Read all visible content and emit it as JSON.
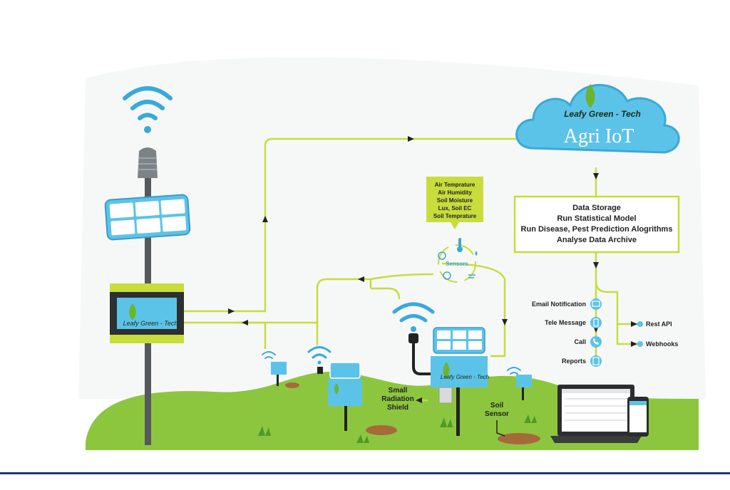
{
  "brand": {
    "logo_text": "Leafy Green - Tech",
    "cloud_title": "Agri IoT"
  },
  "processing_box": {
    "lines": [
      "Data Storage",
      "Run Statistical Model",
      "Run Disease, Pest Prediction Alogrithms",
      "Analyse Data Archive"
    ]
  },
  "sensor_callout": {
    "lines": [
      "Air Temprature",
      "Air Humidity",
      "Soil Moisture",
      "Lux, Soil EC",
      "Soil Temprature"
    ],
    "hub_label": "Sensors"
  },
  "outputs": {
    "left": [
      "Email Notification",
      "Tele Message",
      "Call",
      "Reports"
    ],
    "right": [
      "Rest API",
      "Webhooks"
    ]
  },
  "field_labels": {
    "radiation_shield": [
      "Small",
      "Radiation",
      "Shield"
    ],
    "soil_sensor": [
      "Soil",
      "Sensor"
    ]
  },
  "colors": {
    "accent_green": "#c8dc3c",
    "device_blue": "#5cc3e8",
    "grass": "#8cc63f",
    "soil": "#a6693a",
    "footer_line": "#1f3a6e"
  }
}
